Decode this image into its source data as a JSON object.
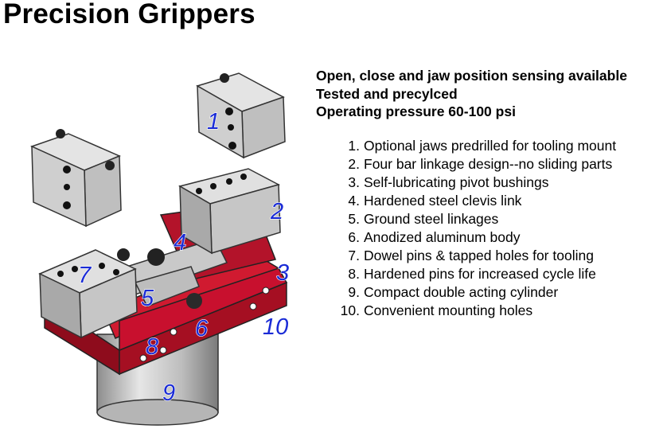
{
  "title": "Precision Grippers",
  "features": [
    "Open, close and jaw position sensing available",
    "Tested and precylced",
    "Operating pressure 60-100 psi"
  ],
  "parts": [
    {
      "num": "1.",
      "text": "Optional jaws predrilled for tooling mount"
    },
    {
      "num": "2.",
      "text": "Four bar linkage design--no sliding parts"
    },
    {
      "num": "3.",
      "text": "Self-lubricating pivot bushings"
    },
    {
      "num": "4.",
      "text": "Hardened steel clevis link"
    },
    {
      "num": "5.",
      "text": "Ground steel linkages"
    },
    {
      "num": "6.",
      "text": "Anodized aluminum body"
    },
    {
      "num": "7.",
      "text": "Dowel pins & tapped holes for tooling"
    },
    {
      "num": "8.",
      "text": "Hardened pins for increased cycle life"
    },
    {
      "num": "9.",
      "text": "Compact double acting cylinder"
    },
    {
      "num": "10.",
      "text": "Convenient mounting holes"
    }
  ],
  "callouts": [
    "1",
    "2",
    "3",
    "4",
    "5",
    "6",
    "7",
    "8",
    "9",
    "10"
  ],
  "colors": {
    "body_red": "#c8102e",
    "metal_gray": "#c9c9c9",
    "callout_blue": "#1a2bd6"
  }
}
